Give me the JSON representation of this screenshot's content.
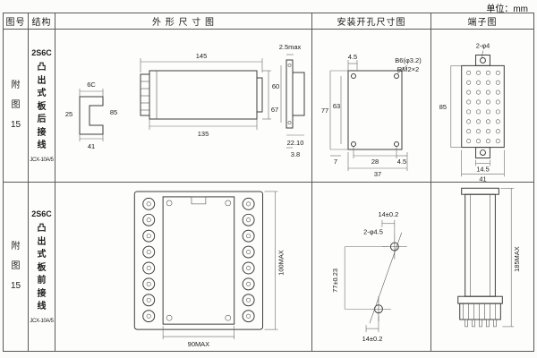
{
  "unit_label": "单位：mm",
  "headers": {
    "fig_no": "图号",
    "structure": "结构",
    "outline": "外 形 尺 寸 图",
    "mounting": "安装开孔尺寸图",
    "terminal": "端子图"
  },
  "rows": [
    {
      "fig_no": "附\n图\n15",
      "model": "2S6C",
      "mount_desc": "凸\n出\n式\n板\n后\n接\n线",
      "relay_type": "JCX-10A/5",
      "outline": {
        "clip_top": "6C",
        "clip_left": "25",
        "clip_right": "85",
        "clip_bottom": "41",
        "body_top": "145",
        "body_bottom": "135",
        "body_height": "67",
        "flange_thickness": "2.5max",
        "flange_height": "60",
        "depth_total": "22.10",
        "depth_step": "3.8"
      },
      "mounting": {
        "offset_top": "4.5",
        "hole_spec": "B6(φ3.2)",
        "thread_spec": "RM2×2",
        "height_outer": "77",
        "height_inner": "63",
        "offset_bottom_left": "7",
        "width_inner": "28",
        "offset_bottom_right": "4.5",
        "width_outer": "37"
      },
      "terminal": {
        "hole_spec": "2-φ4",
        "height": "85",
        "width_inner": "14.5",
        "width_outer": "41"
      }
    },
    {
      "fig_no": "附\n图\n15",
      "model": "2S6C",
      "mount_desc": "凸\n出\n式\n板\n前\n接\n线",
      "relay_type": "JCX-10A/5",
      "outline": {
        "width": "90MAX",
        "height": "100MAX"
      },
      "mounting": {
        "offset_top": "14±0.2",
        "hole_spec": "2-φ4.5",
        "height": "77±0.23",
        "offset_bottom": "14±0.2"
      },
      "terminal": {
        "height": "185MAX"
      }
    }
  ]
}
